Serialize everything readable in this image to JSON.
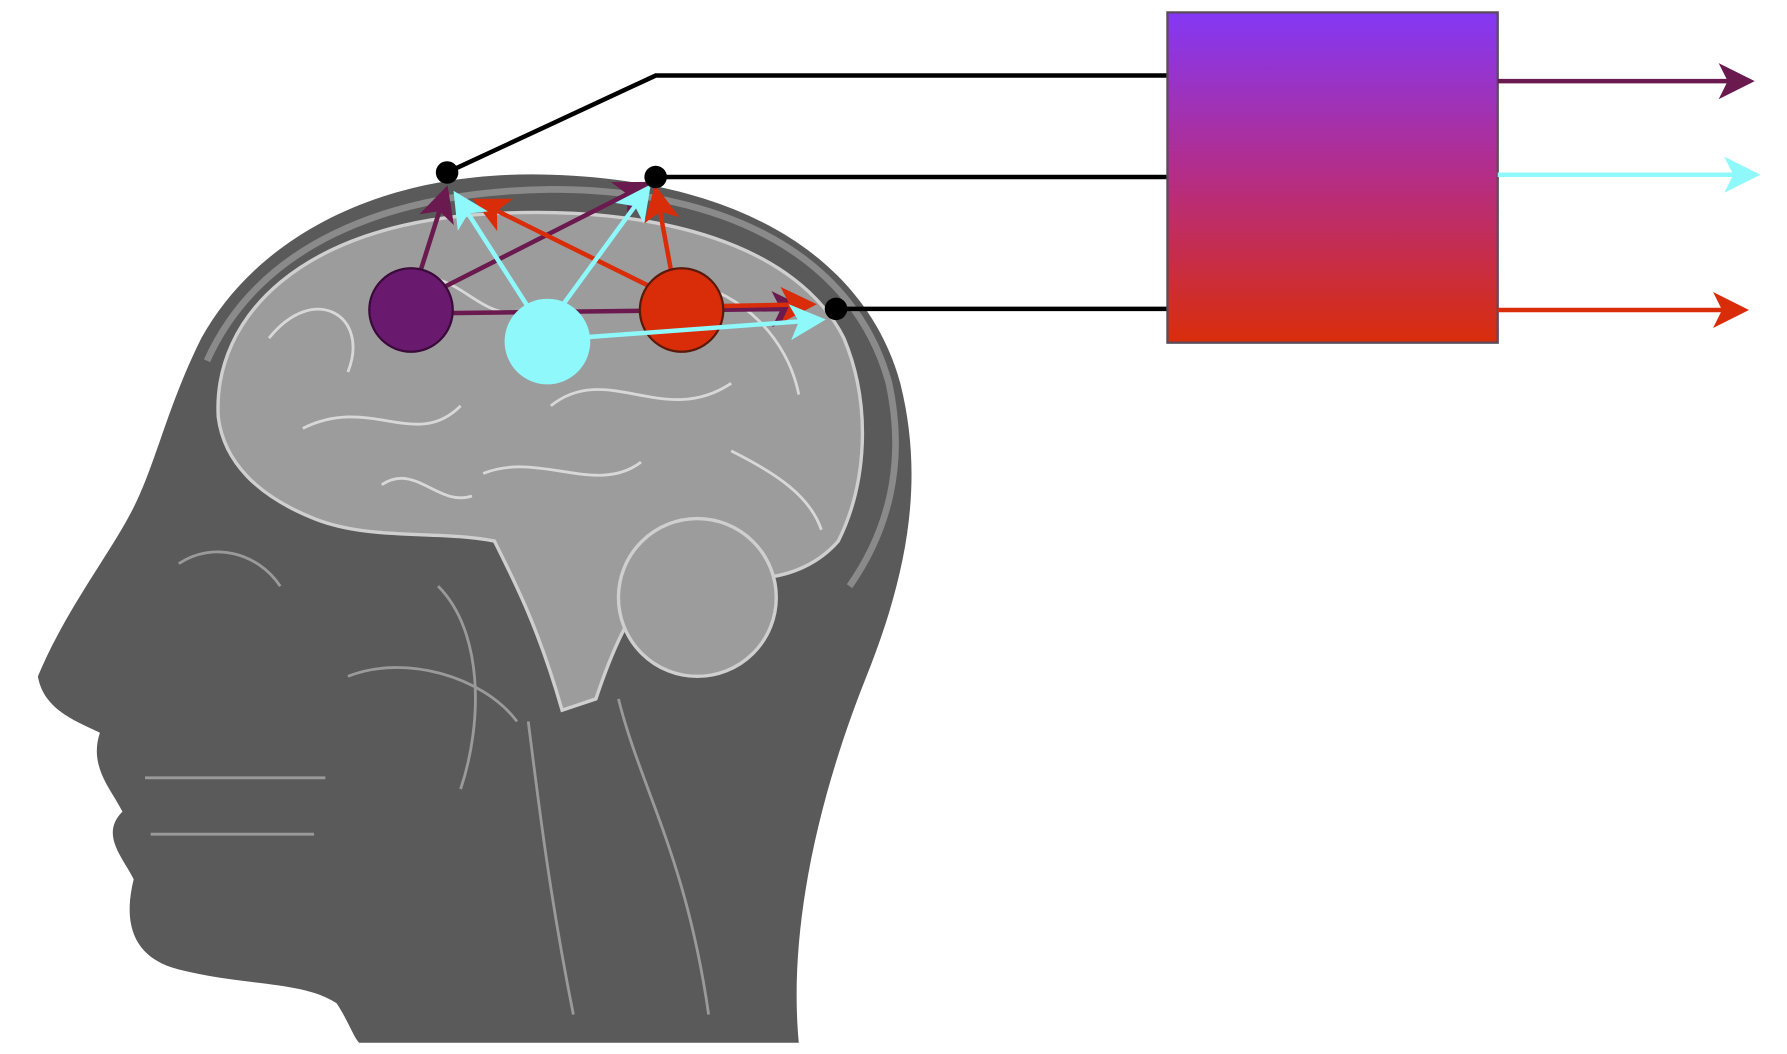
{
  "diagram": {
    "description_free": true,
    "colors": {
      "source_purple": "#6a1a6e",
      "source_cyan": "#8ef8fb",
      "source_red": "#d92d0a",
      "box_top": "#8438f5",
      "box_bottom": "#d92d0a",
      "wire": "#000000",
      "head": "#5a5a5a",
      "brain": "#9a9a9a"
    },
    "sources": [
      "purple",
      "cyan",
      "red"
    ],
    "sensors": 3,
    "outputs": [
      "purple",
      "cyan",
      "red"
    ]
  }
}
